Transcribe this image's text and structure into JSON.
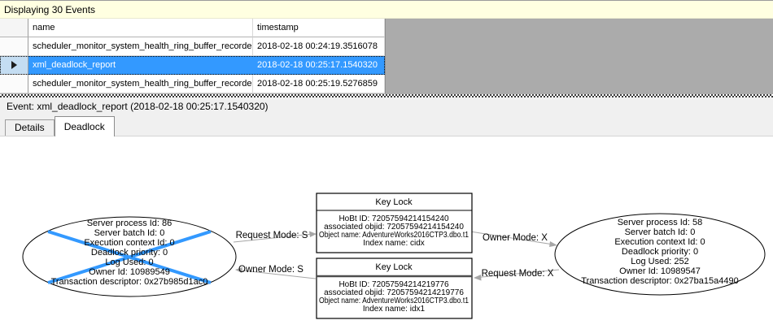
{
  "infobar": {
    "text": "Displaying 30 Events"
  },
  "grid": {
    "columns": [
      "name",
      "timestamp"
    ],
    "rows": [
      {
        "name": "scheduler_monitor_system_health_ring_buffer_recorded",
        "timestamp": "2018-02-18 00:24:19.3516078",
        "selected": false
      },
      {
        "name": "xml_deadlock_report",
        "timestamp": "2018-02-18 00:25:17.1540320",
        "selected": true
      },
      {
        "name": "scheduler_monitor_system_health_ring_buffer_recorded",
        "timestamp": "2018-02-18 00:25:19.5276859",
        "selected": false
      }
    ]
  },
  "event_bar": {
    "text": "Event: xml_deadlock_report (2018-02-18 00:25:17.1540320)"
  },
  "tabs": [
    {
      "label": "Details",
      "active": false
    },
    {
      "label": "Deadlock",
      "active": true
    }
  ],
  "graph": {
    "processes": [
      {
        "role": "victim",
        "lines": [
          "Server process Id: 86",
          "Server batch Id: 0",
          "Execution context Id: 0",
          "Deadlock priority: 0",
          "Log Used: 0",
          "Owner Id: 10989549",
          "Transaction descriptor: 0x27b985d1ac0"
        ]
      },
      {
        "role": "survivor",
        "lines": [
          "Server process Id: 58",
          "Server batch Id: 0",
          "Execution context Id: 0",
          "Deadlock priority: 0",
          "Log Used: 252",
          "Owner Id: 10989547",
          "Transaction descriptor: 0x27ba15a4490"
        ]
      }
    ],
    "resources": [
      {
        "title": "Key Lock",
        "lines": [
          "HoBt ID: 72057594214154240",
          "associated objid: 72057594214154240",
          "Object name: AdventureWorks2016CTP3.dbo.t1",
          "Index name: cidx"
        ]
      },
      {
        "title": "Key Lock",
        "lines": [
          "HoBt ID: 72057594214219776",
          "associated objid: 72057594214219776",
          "Object name: AdventureWorks2016CTP3.dbo.t1",
          "Index name: idx1"
        ]
      }
    ],
    "edges": [
      {
        "label": "Request Mode: S"
      },
      {
        "label": "Owner Mode: S"
      },
      {
        "label": "Owner Mode: X"
      },
      {
        "label": "Request Mode: X"
      }
    ]
  },
  "colors": {
    "selection": "#3399FF",
    "victim_cross": "#3399FF",
    "infobar_bg": "#FFFFE1",
    "grid_empty_bg": "#ABABAB",
    "edge_line": "#a6a6a6"
  }
}
